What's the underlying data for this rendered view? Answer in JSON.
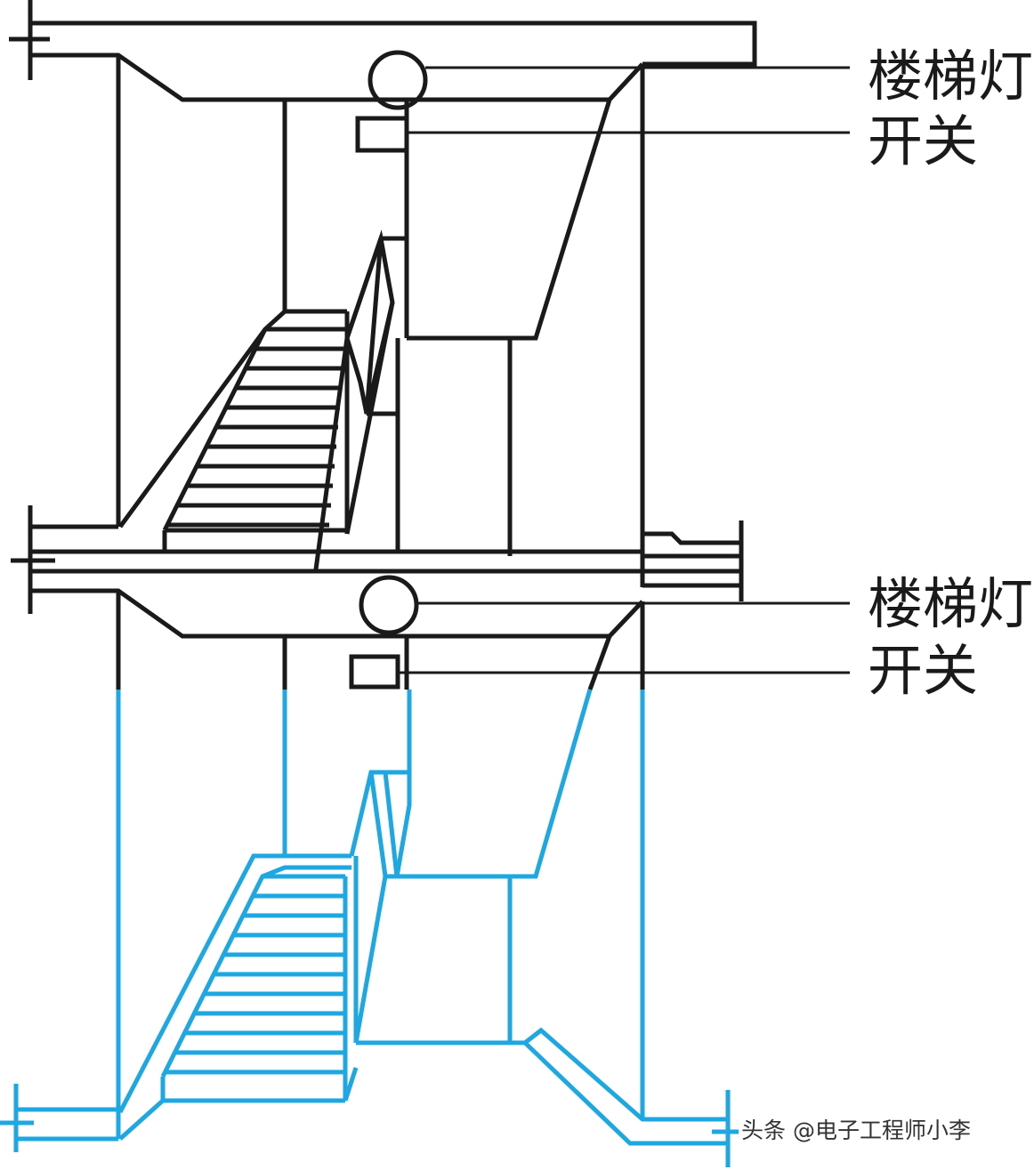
{
  "colors": {
    "upper_floors": "#1a1a1a",
    "ground_floor": "#1ea7e1",
    "background": "#ffffff"
  },
  "callouts": [
    {
      "id": "lamp-upper",
      "text": "楼梯灯"
    },
    {
      "id": "switch-upper",
      "text": "开关"
    },
    {
      "id": "lamp-lower",
      "text": "楼梯灯"
    },
    {
      "id": "switch-lower",
      "text": "开关"
    }
  ],
  "watermark": "头条 @电子工程师小李"
}
